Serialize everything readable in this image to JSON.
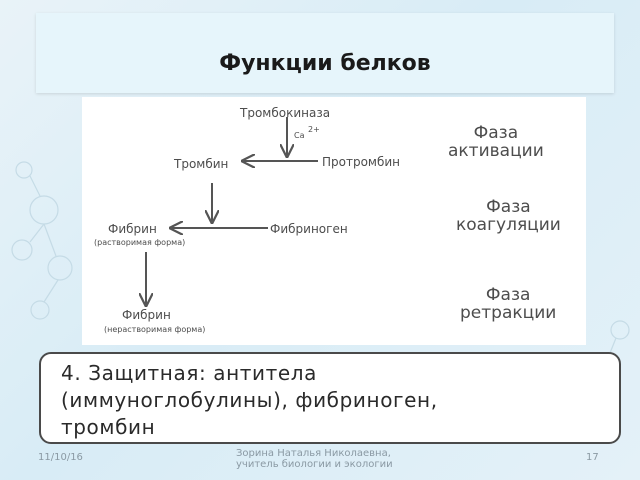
{
  "slide": {
    "title": "Функции белков"
  },
  "diagram": {
    "nodes": {
      "thrombokinase": "Тромбокиназа",
      "ca": "Ca",
      "ca_charge": "2+",
      "prothrombin": "Протромбин",
      "thrombin": "Тромбин",
      "fibrinogen": "Фибриноген",
      "fibrin_soluble": "Фибрин",
      "fibrin_soluble_note": "(растворимая форма)",
      "fibrin_insoluble": "Фибрин",
      "fibrin_insoluble_note": "(нерастворимая форма)"
    },
    "phases": [
      {
        "line1": "Фаза",
        "line2": "активации"
      },
      {
        "line1": "Фаза",
        "line2": "коагуляции"
      },
      {
        "line1": "Фаза",
        "line2": "ретракции"
      }
    ],
    "colors": {
      "arrow": "#555555",
      "text": "#4d4d4d"
    }
  },
  "protective": {
    "line1": "4. Защитная: антитела",
    "line2": "(иммуноглобулины), фибриноген,",
    "line3": "тромбин"
  },
  "footer": {
    "date": "11/10/16",
    "author_line1": "Зорина Наталья Николаевна,",
    "author_line2": "учитель биологии и экологии",
    "page": "17"
  }
}
